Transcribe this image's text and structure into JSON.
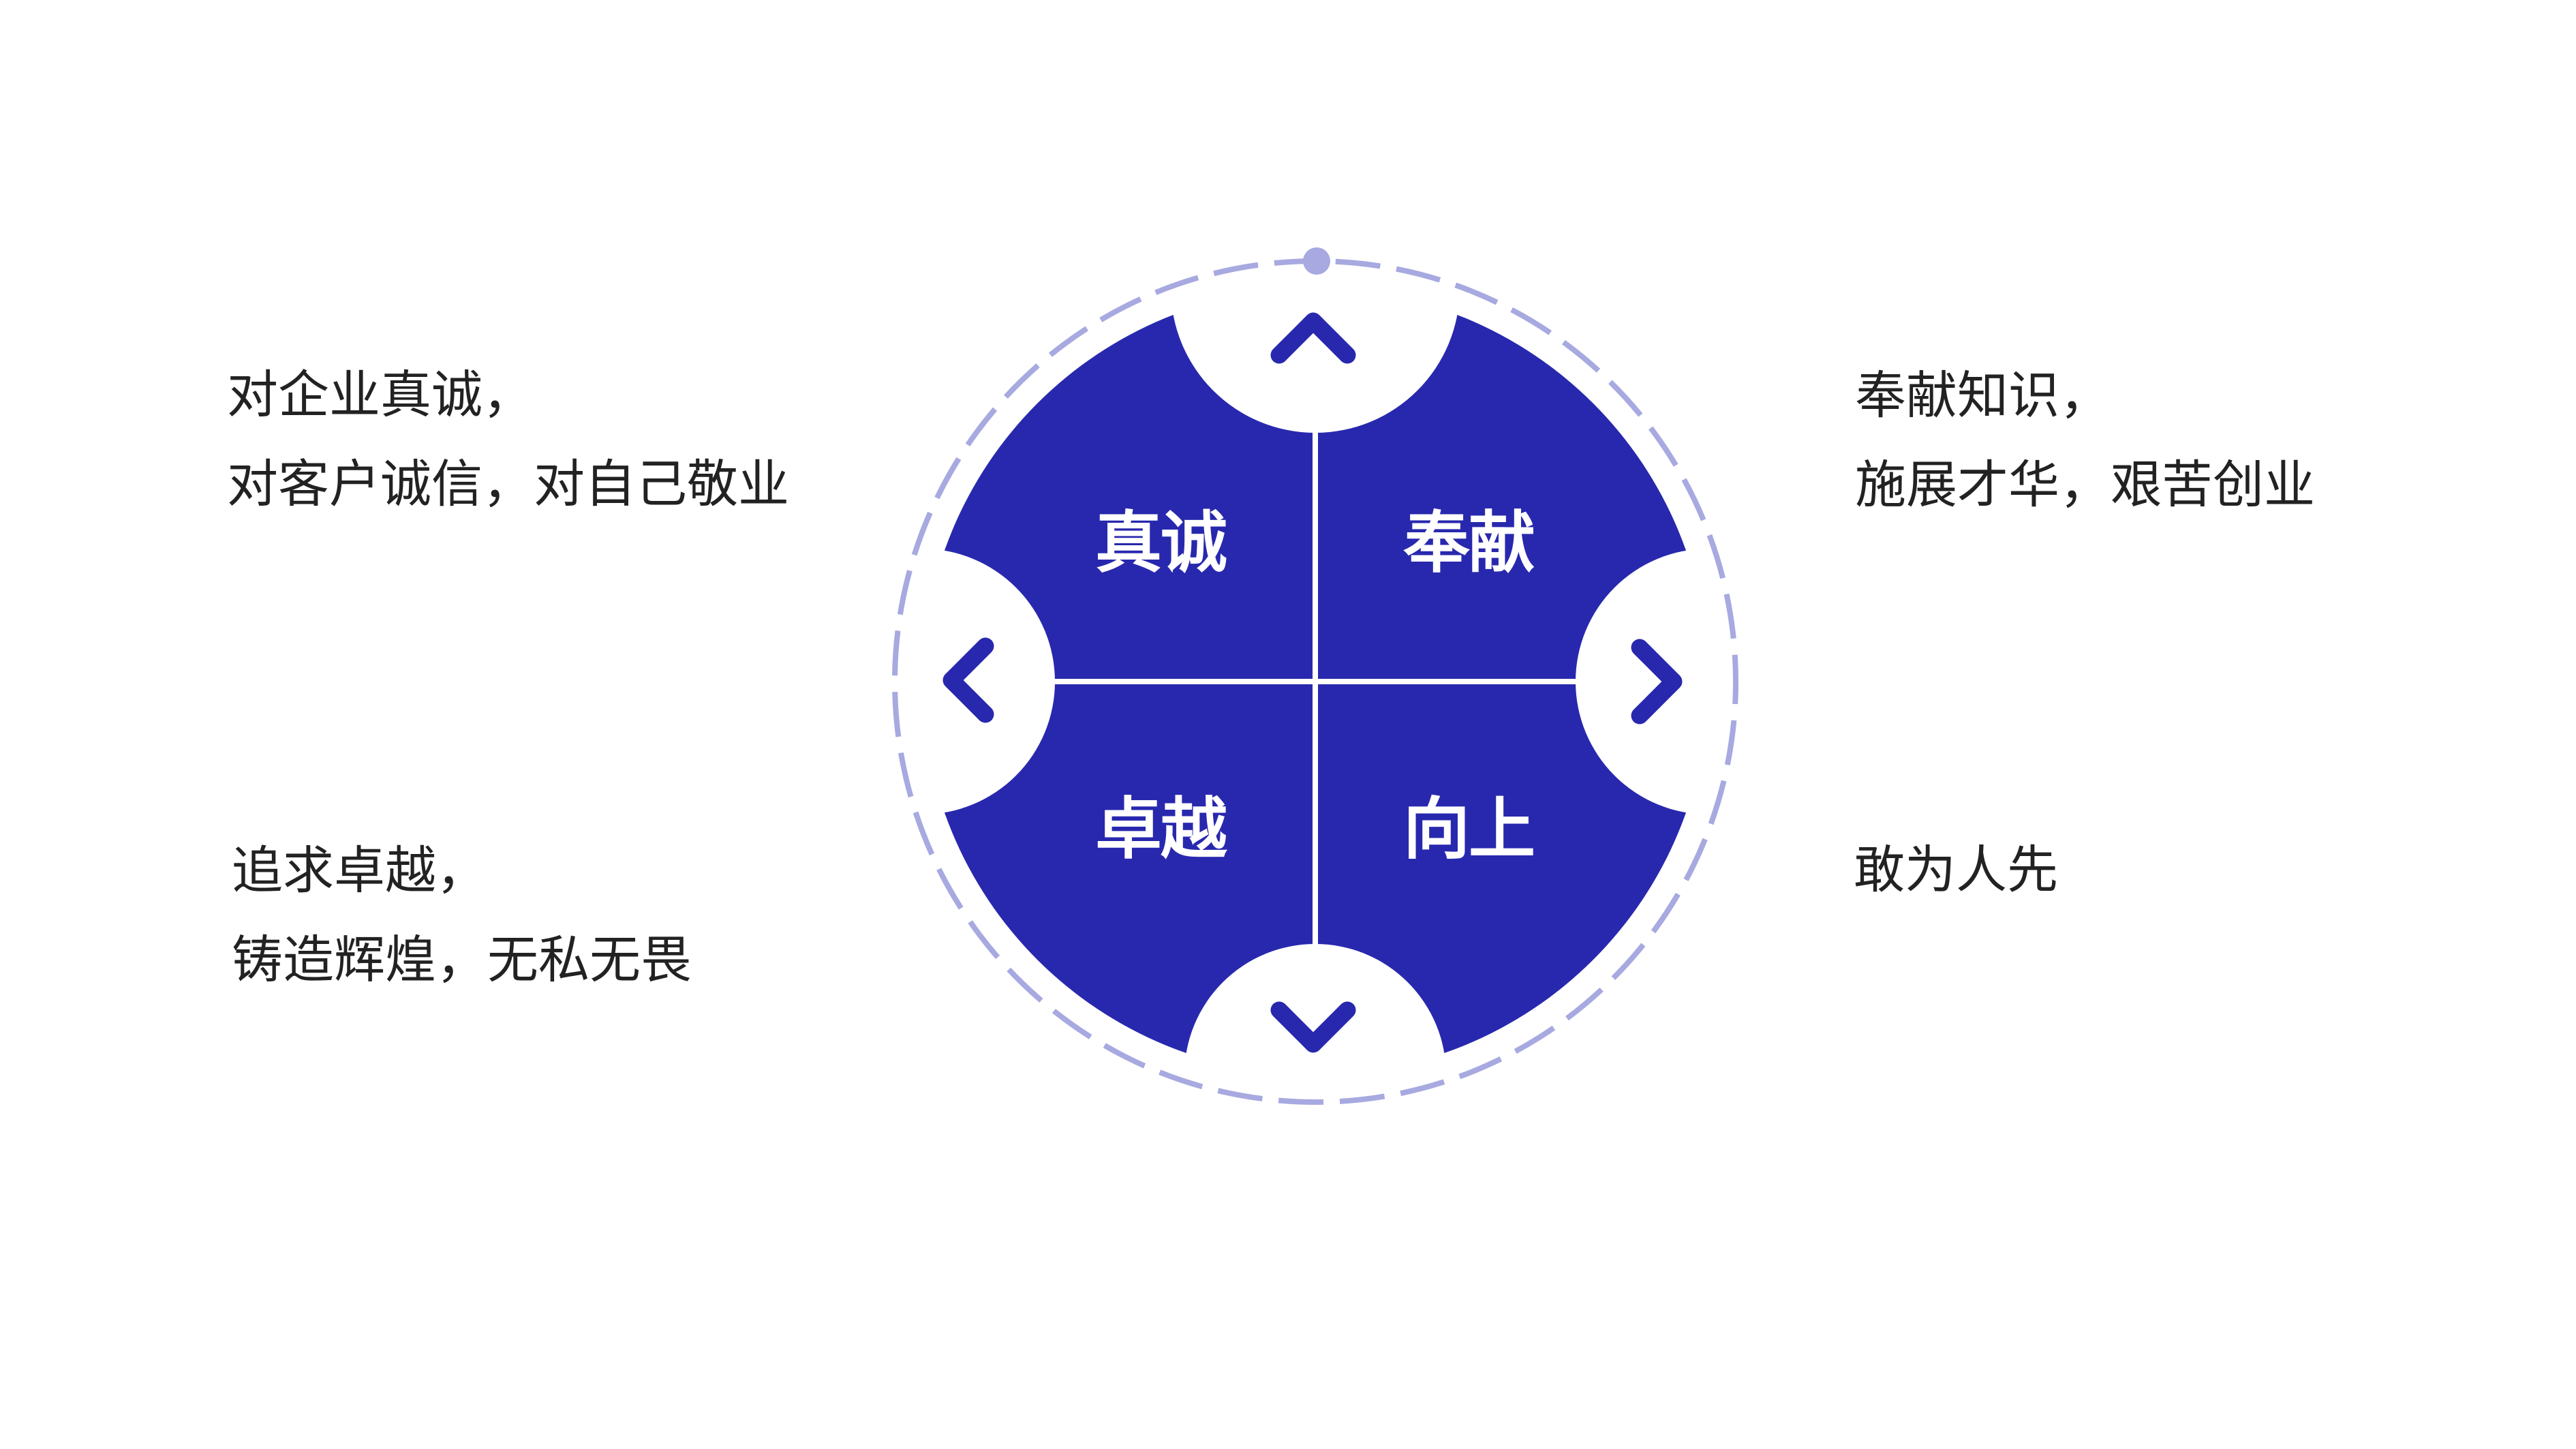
{
  "colors": {
    "background": "#FFFFFF",
    "disc": "#2828AE",
    "dashed_ring": "#A7A9E0",
    "divider": "#FFFFFF",
    "side_text": "#222222",
    "label_text": "#FFFFFF"
  },
  "quadrants": {
    "top_left": {
      "label": "真诚"
    },
    "top_right": {
      "label": "奉献"
    },
    "bottom_left": {
      "label": "卓越"
    },
    "bottom_right": {
      "label": "向上"
    }
  },
  "descriptions": {
    "top_left": {
      "lines": [
        "对企业真诚，",
        "对客户诚信，对自己敬业"
      ]
    },
    "top_right": {
      "lines": [
        "奉献知识，",
        "施展才华，艰苦创业"
      ]
    },
    "bottom_left": {
      "lines": [
        "追求卓越，",
        "铸造辉煌，无私无畏"
      ]
    },
    "bottom_right": {
      "lines": [
        "敢为人先"
      ]
    }
  },
  "icons": {
    "top": "chevron-up-icon",
    "right": "chevron-right-icon",
    "bottom": "chevron-down-icon",
    "left": "chevron-left-icon",
    "ring_marker": "dot-marker-icon"
  }
}
